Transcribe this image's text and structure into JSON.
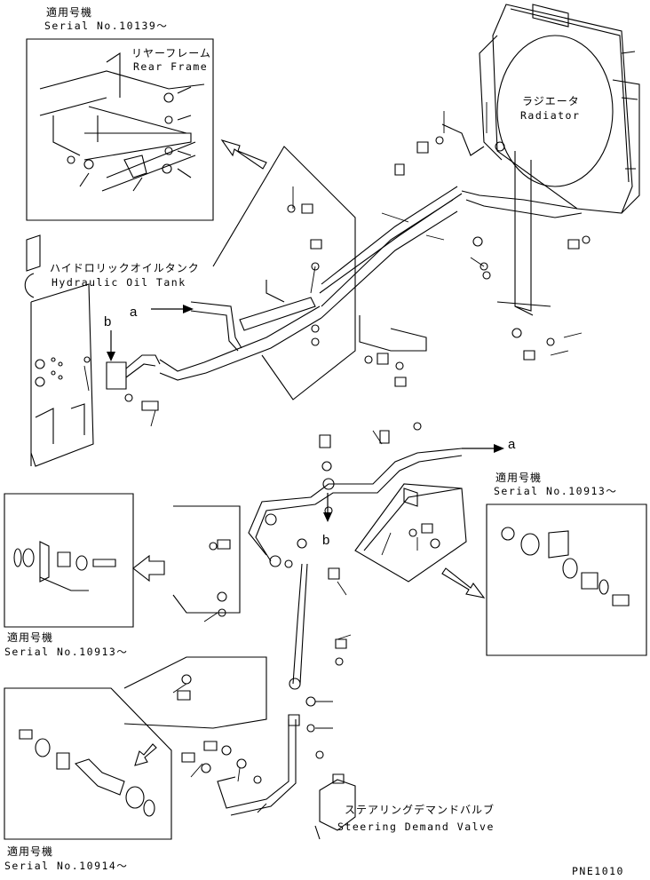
{
  "applicable_label_jp": "適用号機",
  "serial_label_prefix": "Serial No.",
  "insets": {
    "top_left": {
      "serial": "Serial No.10139～"
    },
    "mid_right": {
      "serial": "Serial No.10913～"
    },
    "mid_left": {
      "serial": "Serial No.10913～"
    },
    "bottom_left": {
      "serial": "Serial No.10914～"
    }
  },
  "components": {
    "rear_frame": {
      "jp": "リヤーフレーム",
      "en": "Rear Frame"
    },
    "radiator": {
      "jp": "ラジエータ",
      "en": "Radiator"
    },
    "hydraulic_oil_tank": {
      "jp": "ハイドロリックオイルタンク",
      "en": "Hydraulic Oil Tank"
    },
    "steering_demand_valve": {
      "jp": "ステアリングデマンドバルブ",
      "en": "Steering Demand Valve"
    }
  },
  "connection_markers": {
    "a_upper": "a",
    "b_upper": "b",
    "a_lower": "a",
    "b_lower": "b"
  },
  "drawing_code": "PNE1010"
}
